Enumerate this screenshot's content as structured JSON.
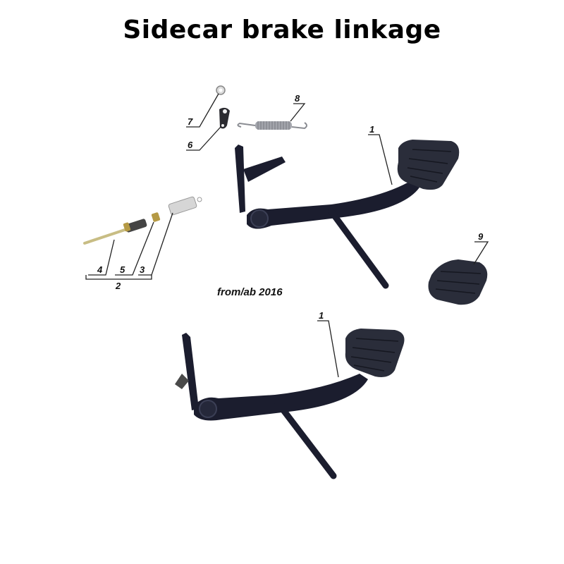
{
  "title": "Sidecar brake linkage",
  "note": "from/ab 2016",
  "callouts": [
    {
      "number": "1",
      "part": "brake pedal (upper assembly)"
    },
    {
      "number": "2",
      "part": "adjuster assembly (3+4+5)"
    },
    {
      "number": "3",
      "part": "threaded rod"
    },
    {
      "number": "4",
      "part": "nut"
    },
    {
      "number": "5",
      "part": "clevis fork"
    },
    {
      "number": "6",
      "part": "lever plate"
    },
    {
      "number": "7",
      "part": "washer"
    },
    {
      "number": "8",
      "part": "return spring"
    },
    {
      "number": "9",
      "part": "pedal rubber pad"
    },
    {
      "number": "1",
      "part": "brake pedal (lower assembly, from 2016)"
    }
  ],
  "colors": {
    "pedal": "#1b1d2e",
    "pad": "#2a2d3a",
    "spring": "#9a9ca3",
    "brass": "#b59a45",
    "leader": "#222222"
  }
}
